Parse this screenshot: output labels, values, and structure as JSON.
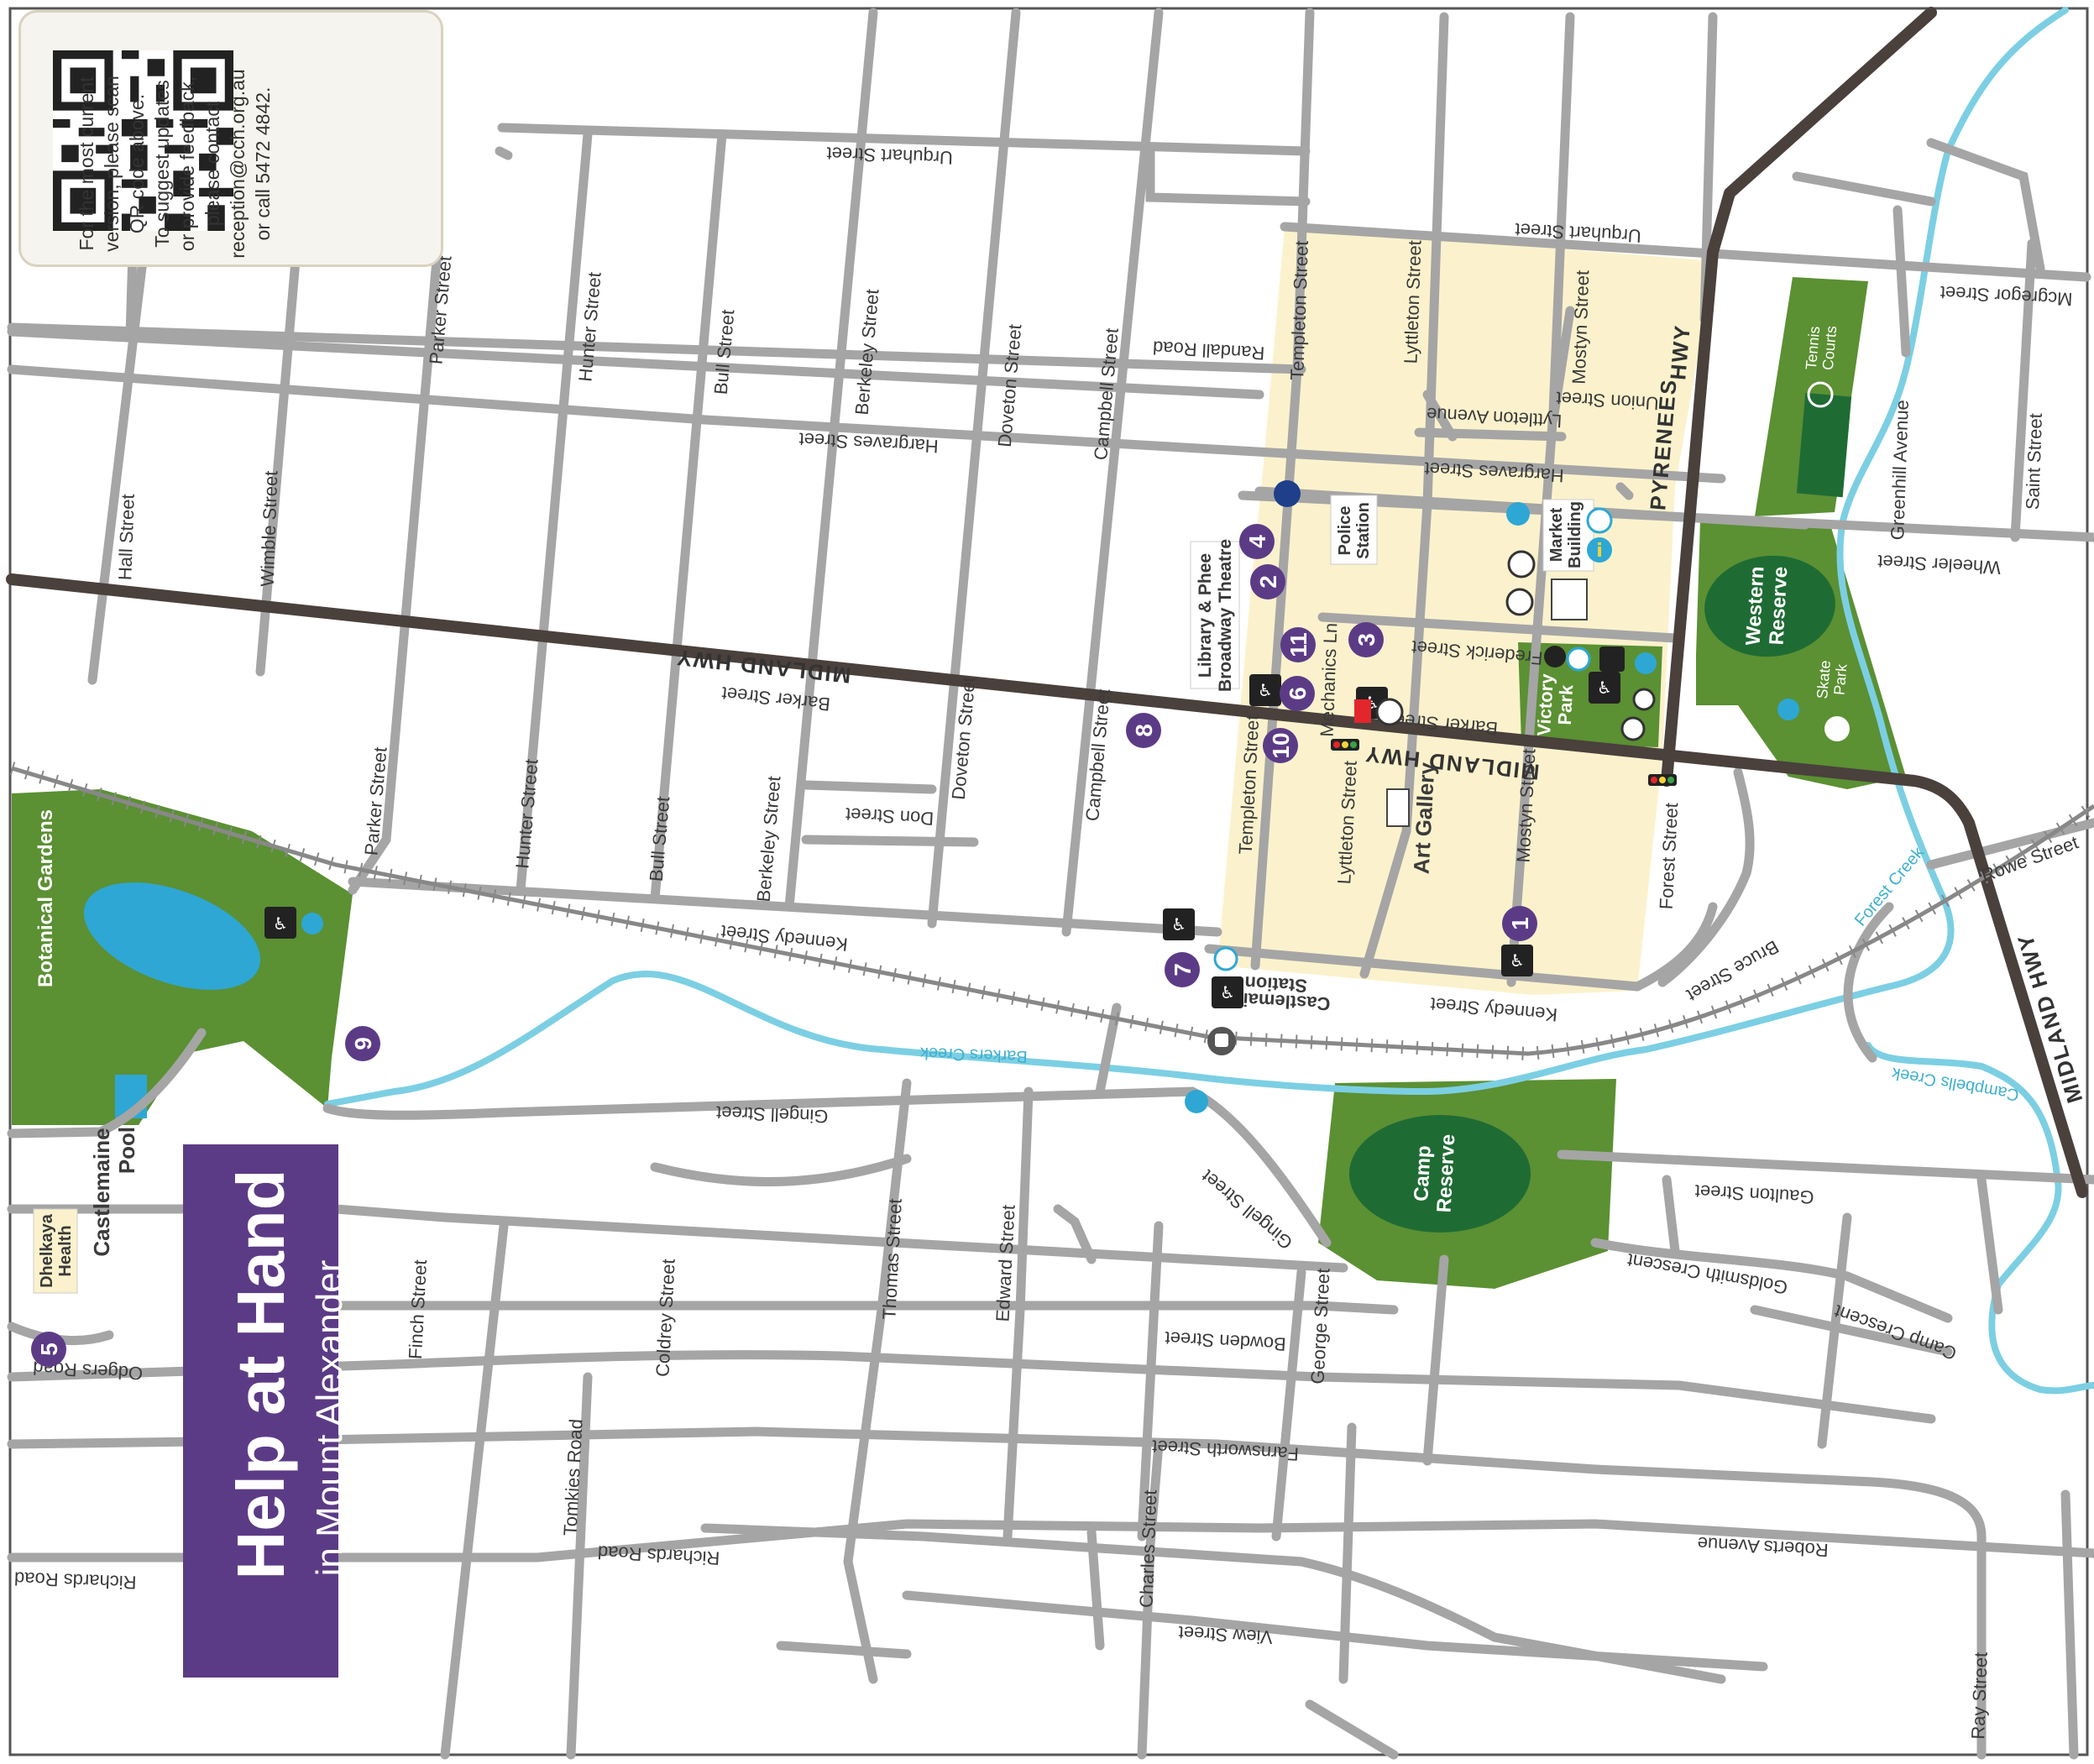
{
  "qr_note": {
    "lines": [
      "For the most current",
      "version, please scan",
      "QR code above.",
      "To suggest updates",
      "or provide feedback,",
      "please contact",
      "reception@cch.org.au",
      "or call 5472 4842."
    ]
  },
  "title": {
    "main": "Help at Hand",
    "sub": "in Mount Alexander"
  },
  "highways": {
    "midland_west": "MIDLAND HWY",
    "midland_center": "MIDLAND HWY",
    "midland_east": "MIDLAND HWY",
    "pyrenees_1": "PYRENEES",
    "pyrenees_2": "HWY"
  },
  "streets": {
    "urquhart_w": "Urquhart Street",
    "urquhart_e": "Urquhart Street",
    "mcgregor": "Mcgregor Street",
    "parker_n": "Parker Street",
    "hunter_n": "Hunter Street",
    "bull_n": "Bull Street",
    "berkeley_n": "Berkeley Street",
    "doveton_n": "Doveton Street",
    "campbell_n": "Campbell Street",
    "randall": "Randall Road",
    "templeton_n": "Templeton Street",
    "lyttleton_n": "Lyttleton Street",
    "mostyn_n": "Mostyn Street",
    "union": "Union Street",
    "lyttleton_ave": "Lyttleton Avenue",
    "hargraves_w": "Hargraves Street",
    "hargraves_e": "Hargraves Street",
    "hall": "Hall Street",
    "wimble": "Wimble Street",
    "greenhill": "Greenhill Avenue",
    "saint": "Saint Street",
    "wheeler": "Wheeler Street",
    "barker_w": "Barker Street",
    "barker_e": "Barker Street",
    "frederick": "Frederick Street",
    "mechanics": "Mechanics Ln",
    "parker_s": "Parker Street",
    "hunter_s": "Hunter Street",
    "bull_s": "Bull Street",
    "berkeley_s": "Berkeley Street",
    "doveton_s": "Doveton Street",
    "campbell_s": "Campbell Street",
    "don": "Don Street",
    "templeton_s": "Templeton Street",
    "lyttleton_s": "Lyttleton Street",
    "mostyn_s": "Mostyn Street",
    "forest": "Forest Street",
    "kennedy_w": "Kennedy Street",
    "kennedy_e": "Kennedy Street",
    "bruce": "Bruce Street",
    "rowe": "Rowe Street",
    "gingell_w": "Gingell Street",
    "gingell_s": "Gingell Street",
    "thomas": "Thomas Street",
    "edward": "Edward Street",
    "george": "George Street",
    "bowden": "Bowden Street",
    "farnsworth": "Farnsworth Street",
    "goldsmith": "Goldsmith Crescent",
    "gaulton": "Gaulton Street",
    "camp_cres": "Camp Crescent",
    "roberts": "Roberts Avenue",
    "finch": "Finch Street",
    "coldrey": "Coldrey Street",
    "odgers": "Odgers Road",
    "tomkies": "Tomkies Road",
    "richards_w": "Richards Road",
    "richards_e": "Richards Road",
    "charles": "Charles Street",
    "view": "View Street",
    "ray": "Ray Street"
  },
  "creeks": {
    "barkers": "Barkers Creek",
    "forest": "Forest Creek",
    "campbells": "Campbells Creek"
  },
  "places": {
    "botanical": "Botanical Gardens",
    "pool_1": "Castlemaine",
    "pool_2": "Pool",
    "dhelkaya_1": "Dhelkaya",
    "dhelkaya_2": "Health",
    "police_1": "Police",
    "police_2": "Station",
    "library_1": "Library & Phee",
    "library_2": "Broadway Theatre",
    "market_1": "Market",
    "market_2": "Building",
    "victoria_1": "Victory",
    "victoria_2": "Park",
    "art_gallery": "Art Gallery",
    "station_1": "Castlemaine",
    "station_2": "Station",
    "western_1": "Western",
    "western_2": "Reserve",
    "tennis_1": "Tennis",
    "tennis_2": "Courts",
    "skate_1": "Skate",
    "skate_2": "Park",
    "camp_1": "Camp",
    "camp_2": "Reserve"
  },
  "markers": [
    "1",
    "2",
    "3",
    "4",
    "5",
    "6",
    "7",
    "8",
    "9",
    "10",
    "11"
  ],
  "colors": {
    "road": "#a5a5a5",
    "highway": "#4a403c",
    "park": "#5b9033",
    "oval": "#1f6b34",
    "cbd": "#fbf2cd",
    "water": "#7ccfe3",
    "marker": "#5c3b86",
    "title_bg": "#5c3b86"
  }
}
